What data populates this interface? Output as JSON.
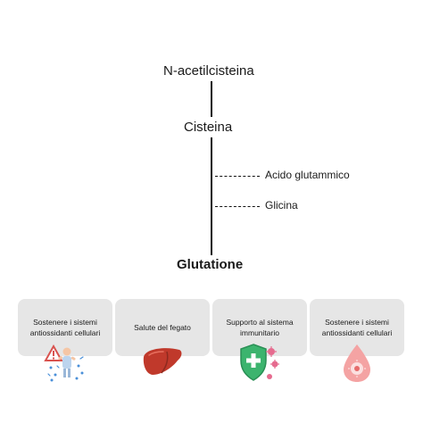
{
  "pathway": {
    "precursor": "N-acetilcisteina",
    "intermediate": "Cisteina",
    "addition_1": "Acido glutammico",
    "addition_2": "Glicina",
    "product": "Glutatione"
  },
  "benefits": [
    {
      "label": "Sostenere i sistemi antiossidanti cellulari",
      "icon": "oxidative-stress-person-icon"
    },
    {
      "label": "Salute del fegato",
      "icon": "liver-icon"
    },
    {
      "label": "Supporto al sistema immunitario",
      "icon": "immune-shield-icon"
    },
    {
      "label": "Sostenere i sistemi antiossidanti cellulari",
      "icon": "antioxidant-drop-icon"
    }
  ],
  "colors": {
    "card_bg": "#e6e6e6",
    "liver": "#c0392b",
    "shield": "#3cb46e",
    "virus": "#e66b8f",
    "drop": "#f4a3a3"
  }
}
